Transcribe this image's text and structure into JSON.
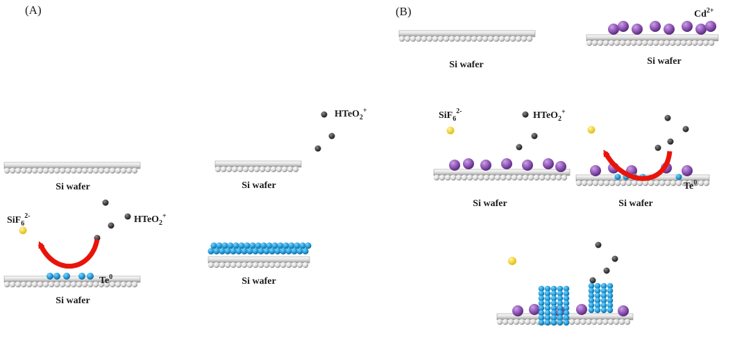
{
  "panels": {
    "a": {
      "label": "(A)"
    },
    "b": {
      "label": "(B)"
    }
  },
  "labels": {
    "si_wafer": "Si wafer",
    "htei": {
      "main": "HTeO",
      "sub": "2",
      "sup": "+"
    },
    "sif": {
      "main": "SiF",
      "sub": "6",
      "sup": "2-"
    },
    "te0": {
      "main": "Te",
      "sup": "0"
    },
    "cd": {
      "main": "Cd",
      "sup": "2+"
    }
  },
  "colors": {
    "wafer": "#d9d9d9",
    "tellurium": "#1f9ad6",
    "cadmium": "#8a4fb0",
    "htei_ion": "#222222",
    "sif_ion": "#f2d21b",
    "arrow": "#e8140a"
  }
}
